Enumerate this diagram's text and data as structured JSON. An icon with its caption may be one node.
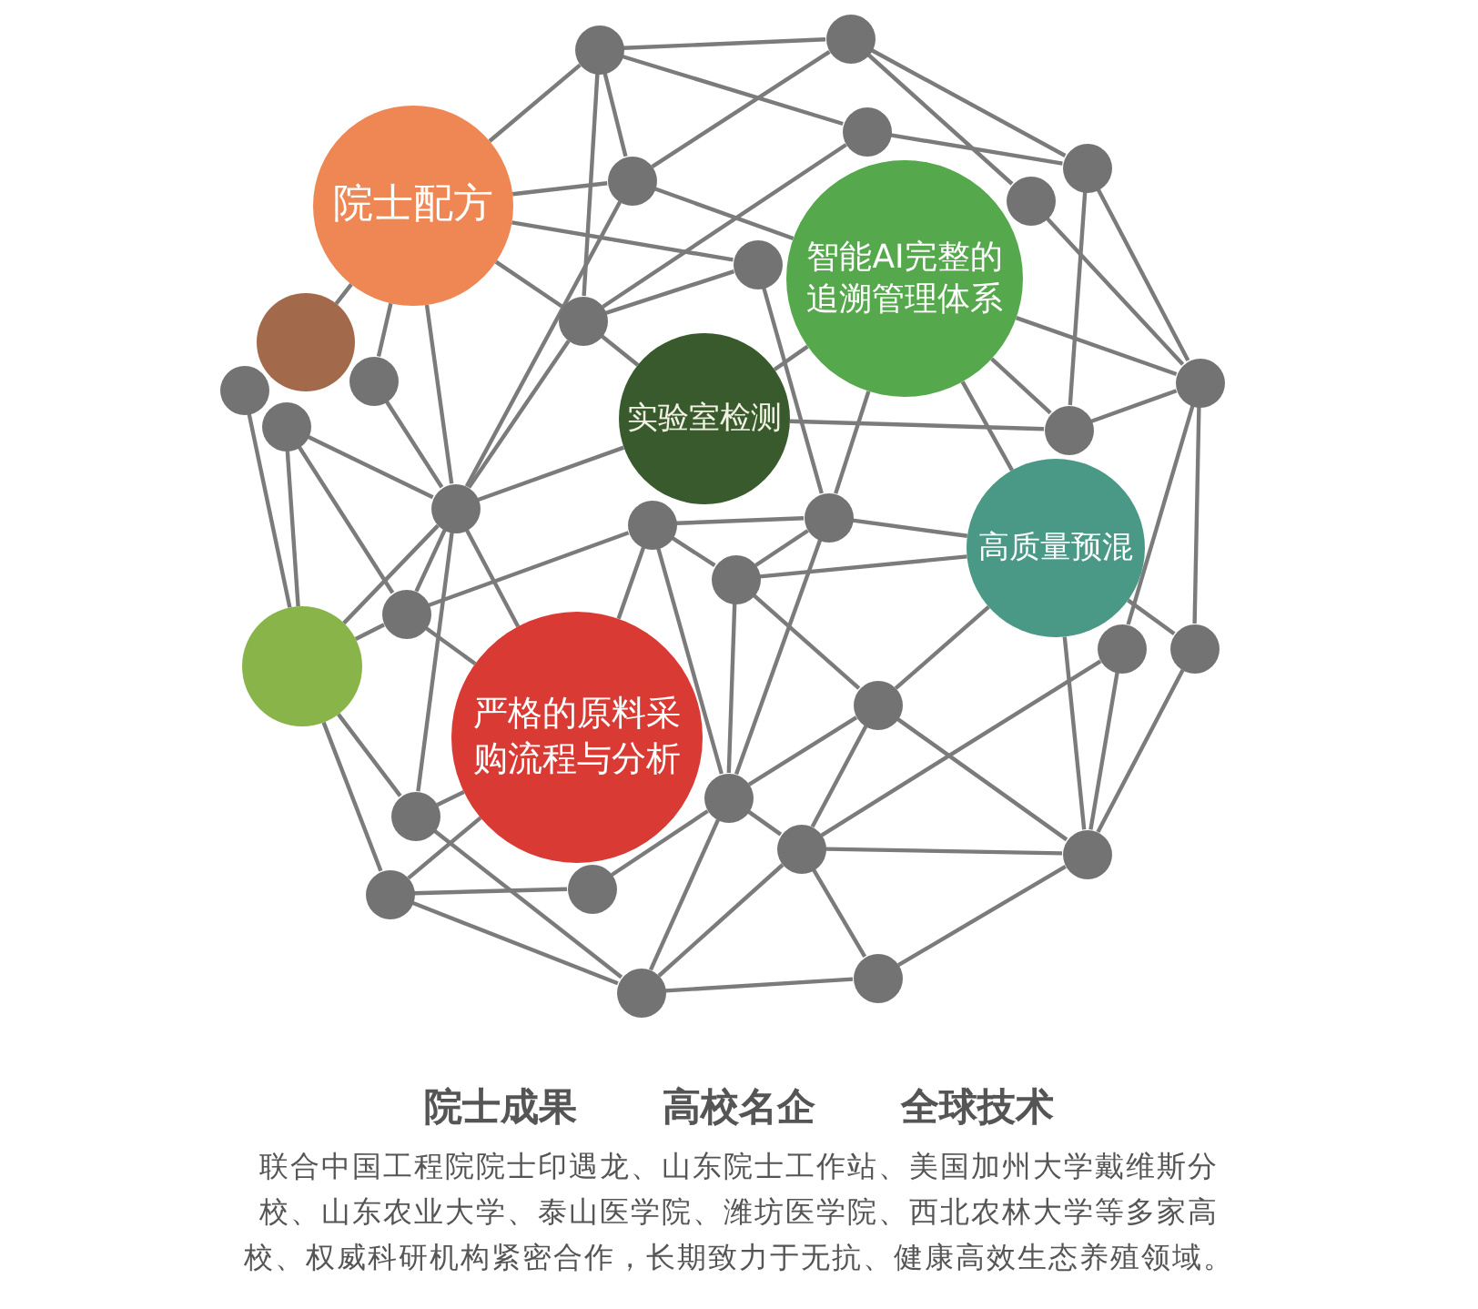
{
  "diagram": {
    "title": "院士成果 高校名企 全球技术",
    "caption": "联合中国工程院院士印遇龙、山东院士工作站、美国加州大学戴维斯分校、山东农业大学、泰山医学院、潍坊医学院、西北农林大学等多家高校、权威科研机构紧密合作，长期致力于无抗、健康高效生态养殖领域。",
    "nodes": [
      {
        "text": [],
        "shape": "circle"
      },
      {
        "text": [],
        "shape": "circle"
      },
      {
        "text": [],
        "shape": "circle"
      },
      {
        "text": [],
        "shape": "circle"
      },
      {
        "text": [],
        "shape": "circle"
      },
      {
        "text": [],
        "shape": "circle"
      },
      {
        "text": [
          "院士配方"
        ]
      },
      {
        "text": [],
        "shape": "circle"
      },
      {
        "text": [
          "智能AI完整的追溯管理体系"
        ]
      },
      {
        "text": [],
        "shape": "circle"
      },
      {
        "text": [],
        "shape": "circle"
      },
      {
        "text": [],
        "shape": "circle"
      },
      {
        "text": [],
        "shape": "circle"
      },
      {
        "text": [],
        "shape": "circle"
      },
      {
        "text": [],
        "shape": "circle"
      },
      {
        "text": [
          "实验室检测"
        ]
      },
      {
        "text": [],
        "shape": "circle"
      },
      {
        "text": [],
        "shape": "circle"
      },
      {
        "text": [],
        "shape": "circle"
      },
      {
        "text": [],
        "shape": "circle"
      },
      {
        "text": [
          "高质量预混"
        ]
      },
      {
        "text": [],
        "shape": "circle"
      },
      {
        "text": [],
        "shape": "circle"
      },
      {
        "text": [],
        "shape": "circle"
      },
      {
        "text": [],
        "shape": "circle"
      },
      {
        "text": [],
        "shape": "circle"
      },
      {
        "text": [],
        "shape": "circle"
      },
      {
        "text": [
          "严格的原料采购流程与分析"
        ]
      },
      {
        "text": [],
        "shape": "circle"
      },
      {
        "text": [],
        "shape": "circle"
      },
      {
        "text": [],
        "shape": "circle"
      },
      {
        "text": [],
        "shape": "circle"
      },
      {
        "text": [],
        "shape": "circle"
      },
      {
        "text": [],
        "shape": "circle"
      },
      {
        "text": [],
        "shape": "circle"
      },
      {
        "text": [],
        "shape": "circle"
      }
    ],
    "edges": [
      {
        "from": 0,
        "to": 1,
        "arrow": "none"
      },
      {
        "from": 0,
        "to": 2,
        "arrow": "none"
      },
      {
        "from": 0,
        "to": 3,
        "arrow": "none"
      },
      {
        "from": 0,
        "to": 9,
        "arrow": "none"
      },
      {
        "from": 0,
        "to": 6,
        "arrow": "none"
      },
      {
        "from": 1,
        "to": 3,
        "arrow": "none"
      },
      {
        "from": 1,
        "to": 4,
        "arrow": "none"
      },
      {
        "from": 1,
        "to": 5,
        "arrow": "none"
      },
      {
        "from": 2,
        "to": 5,
        "arrow": "none"
      },
      {
        "from": 2,
        "to": 9,
        "arrow": "none"
      },
      {
        "from": 3,
        "to": 6,
        "arrow": "none"
      },
      {
        "from": 3,
        "to": 8,
        "arrow": "none"
      },
      {
        "from": 3,
        "to": 17,
        "arrow": "none"
      },
      {
        "from": 4,
        "to": 12,
        "arrow": "none"
      },
      {
        "from": 5,
        "to": 12,
        "arrow": "none"
      },
      {
        "from": 5,
        "to": 16,
        "arrow": "none"
      },
      {
        "from": 6,
        "to": 7,
        "arrow": "none"
      },
      {
        "from": 6,
        "to": 9,
        "arrow": "none"
      },
      {
        "from": 6,
        "to": 17,
        "arrow": "none"
      },
      {
        "from": 6,
        "to": 10,
        "arrow": "none"
      },
      {
        "from": 6,
        "to": 11,
        "arrow": "none"
      },
      {
        "from": 7,
        "to": 9,
        "arrow": "none"
      },
      {
        "from": 7,
        "to": 18,
        "arrow": "none"
      },
      {
        "from": 8,
        "to": 12,
        "arrow": "none"
      },
      {
        "from": 8,
        "to": 16,
        "arrow": "none"
      },
      {
        "from": 8,
        "to": 20,
        "arrow": "none"
      },
      {
        "from": 9,
        "to": 15,
        "arrow": "none"
      },
      {
        "from": 9,
        "to": 17,
        "arrow": "none"
      },
      {
        "from": 11,
        "to": 17,
        "arrow": "none"
      },
      {
        "from": 12,
        "to": 16,
        "arrow": "none"
      },
      {
        "from": 12,
        "to": 23,
        "arrow": "none"
      },
      {
        "from": 12,
        "to": 24,
        "arrow": "none"
      },
      {
        "from": 13,
        "to": 25,
        "arrow": "none"
      },
      {
        "from": 14,
        "to": 25,
        "arrow": "none"
      },
      {
        "from": 14,
        "to": 17,
        "arrow": "none"
      },
      {
        "from": 14,
        "to": 22,
        "arrow": "none"
      },
      {
        "from": 15,
        "to": 8,
        "arrow": "none"
      },
      {
        "from": 15,
        "to": 16,
        "arrow": "none"
      },
      {
        "from": 15,
        "to": 17,
        "arrow": "none"
      },
      {
        "from": 17,
        "to": 22,
        "arrow": "none"
      },
      {
        "from": 17,
        "to": 25,
        "arrow": "none"
      },
      {
        "from": 17,
        "to": 27,
        "arrow": "none"
      },
      {
        "from": 17,
        "to": 29,
        "arrow": "none"
      },
      {
        "from": 18,
        "to": 8,
        "arrow": "none"
      },
      {
        "from": 18,
        "to": 19,
        "arrow": "none"
      },
      {
        "from": 18,
        "to": 20,
        "arrow": "none"
      },
      {
        "from": 18,
        "to": 21,
        "arrow": "none"
      },
      {
        "from": 18,
        "to": 28,
        "arrow": "none"
      },
      {
        "from": 19,
        "to": 21,
        "arrow": "none"
      },
      {
        "from": 19,
        "to": 22,
        "arrow": "none"
      },
      {
        "from": 19,
        "to": 27,
        "arrow": "none"
      },
      {
        "from": 19,
        "to": 28,
        "arrow": "none"
      },
      {
        "from": 20,
        "to": 21,
        "arrow": "none"
      },
      {
        "from": 20,
        "to": 24,
        "arrow": "none"
      },
      {
        "from": 20,
        "to": 26,
        "arrow": "none"
      },
      {
        "from": 20,
        "to": 31,
        "arrow": "none"
      },
      {
        "from": 21,
        "to": 26,
        "arrow": "none"
      },
      {
        "from": 21,
        "to": 28,
        "arrow": "none"
      },
      {
        "from": 22,
        "to": 25,
        "arrow": "none"
      },
      {
        "from": 22,
        "to": 27,
        "arrow": "none"
      },
      {
        "from": 23,
        "to": 30,
        "arrow": "none"
      },
      {
        "from": 23,
        "to": 31,
        "arrow": "none"
      },
      {
        "from": 24,
        "to": 31,
        "arrow": "none"
      },
      {
        "from": 25,
        "to": 29,
        "arrow": "none"
      },
      {
        "from": 25,
        "to": 33,
        "arrow": "none"
      },
      {
        "from": 26,
        "to": 28,
        "arrow": "none"
      },
      {
        "from": 26,
        "to": 30,
        "arrow": "none"
      },
      {
        "from": 26,
        "to": 31,
        "arrow": "none"
      },
      {
        "from": 27,
        "to": 29,
        "arrow": "none"
      },
      {
        "from": 27,
        "to": 33,
        "arrow": "none"
      },
      {
        "from": 28,
        "to": 30,
        "arrow": "none"
      },
      {
        "from": 28,
        "to": 32,
        "arrow": "none"
      },
      {
        "from": 28,
        "to": 35,
        "arrow": "none"
      },
      {
        "from": 29,
        "to": 35,
        "arrow": "none"
      },
      {
        "from": 30,
        "to": 31,
        "arrow": "none"
      },
      {
        "from": 30,
        "to": 34,
        "arrow": "none"
      },
      {
        "from": 30,
        "to": 35,
        "arrow": "none"
      },
      {
        "from": 31,
        "to": 34,
        "arrow": "none"
      },
      {
        "from": 32,
        "to": 33,
        "arrow": "none"
      },
      {
        "from": 33,
        "to": 35,
        "arrow": "none"
      },
      {
        "from": 34,
        "to": 35,
        "arrow": "none"
      }
    ]
  }
}
